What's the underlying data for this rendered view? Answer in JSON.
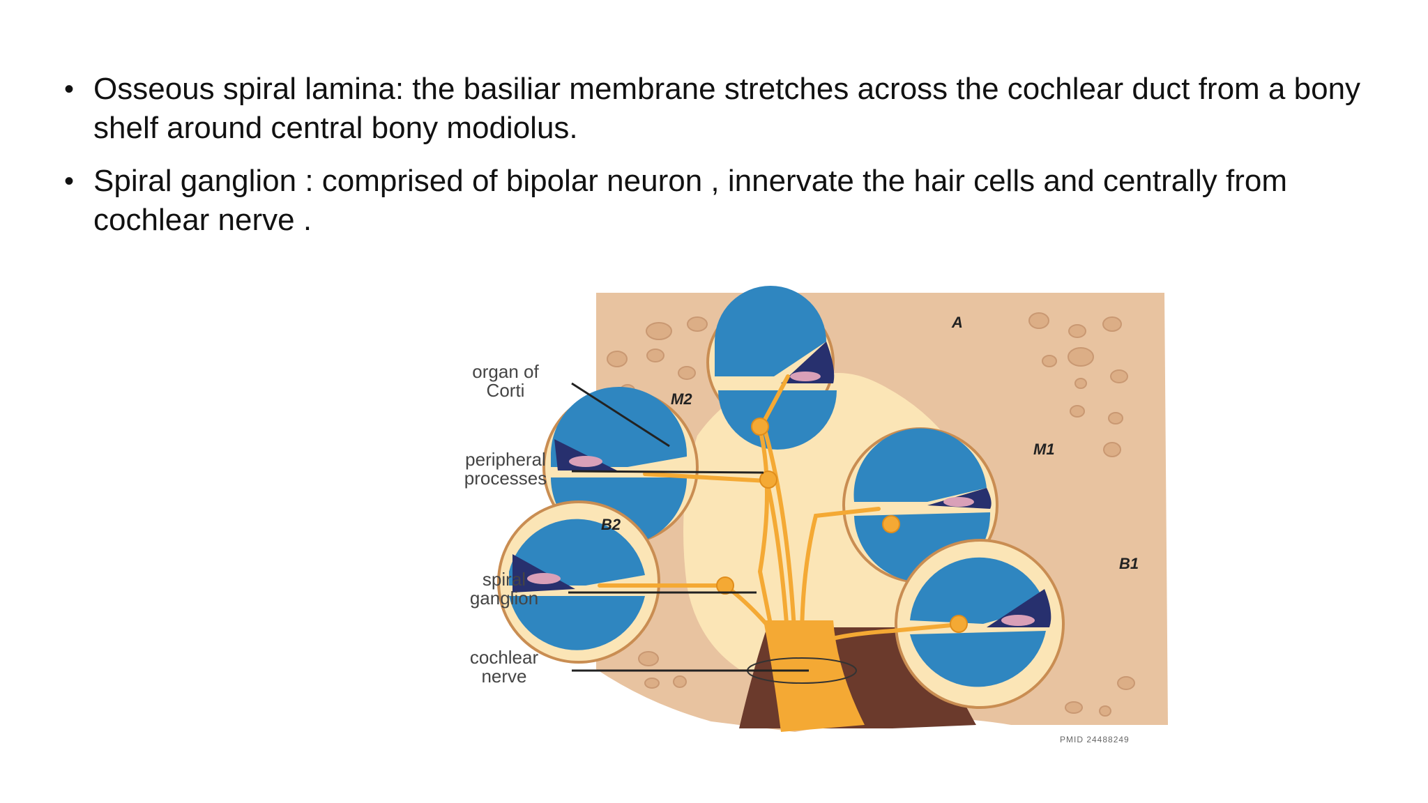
{
  "slide": {
    "bullets": [
      {
        "text": "Osseous spiral lamina:  the basiliar membrane stretches across the cochlear duct from a bony shelf around central bony modiolus."
      },
      {
        "text": "Spiral ganglion : comprised of bipolar neuron , innervate the hair cells and centrally from cochlear nerve ."
      }
    ]
  },
  "figure": {
    "callouts": {
      "organ_of_corti": "organ of\nCorti",
      "peripheral_processes": "peripheral\nprocesses",
      "spiral_ganglion": "spiral\nganglion",
      "cochlear_nerve": "cochlear\nnerve"
    },
    "region_labels": {
      "apex": "A",
      "middle_2": "M2",
      "middle_1": "M1",
      "basal_2": "B2",
      "basal_1": "B1"
    },
    "credit": "PMID 24488249",
    "colors": {
      "bone": "#e8c3a0",
      "perilymph_canal": "#2f86c0",
      "cochlear_duct": "#27306e",
      "modiolus": "#fbe5b6",
      "nerve": "#f4a934",
      "bone_rim": "#6b3a2c"
    }
  }
}
